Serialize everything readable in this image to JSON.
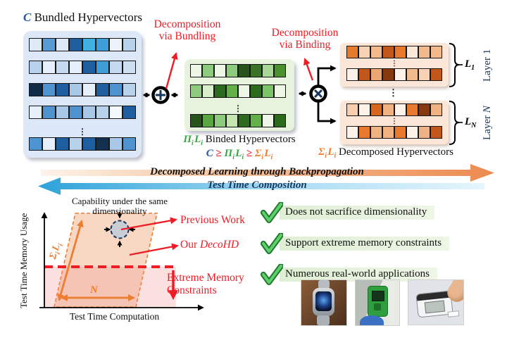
{
  "ellipsis": "⋮",
  "colors": {
    "red": "#ee1c25",
    "blue": "#2456a4",
    "green": "#3aa545",
    "orange": "#ed7d31",
    "navy": "#17365d"
  },
  "math": {
    "C": "C",
    "Pi": "Π",
    "Sigma": "Σ",
    "L": "L",
    "i": "i",
    "one": "1",
    "N": "N",
    "geq": "≥"
  },
  "title": {
    "var": "C",
    "text": "Bundled Hypervectors"
  },
  "notes": {
    "bundling": [
      "Decomposition",
      "via Bundling"
    ],
    "binding": [
      "Decomposition",
      "via Binding"
    ]
  },
  "operators": {
    "bundling": "circled-plus",
    "binding": "circled-times"
  },
  "labels": {
    "binded": "Binded Hypervectors",
    "decomposed": "Decomposed Hypervectors",
    "layer_word": "Layer"
  },
  "matrices": {
    "bundled": [
      [
        "#dfeaf8",
        "#5b9bd5",
        "#dfeaf8",
        "#1f5fa0",
        "#41b0e1",
        "#3e9fd8",
        "#ecf3fb",
        "#b8d2ec"
      ],
      [
        "#b8d2ec",
        "#e7effa",
        "#c5d9f0",
        "#e7effa",
        "#1f5fa0",
        "#3e9fd8",
        "#c5d9f0",
        "#cfdff2"
      ],
      [
        "#102a47",
        "#4f94d0",
        "#1f5fa0",
        "#a9c7e6",
        "#e7effa",
        "#1f5fa0",
        "#4f94d0",
        "#b8d2ec"
      ],
      [
        "#e7effa",
        "#4f94d0",
        "#a9c7e6",
        "#4f94d0",
        "#a9c7e6",
        "#b8d2ec",
        "#f2f7fd",
        "#1f5fa0"
      ],
      "dots",
      [
        "#4f94d0",
        "#e7effa",
        "#1f5fa0",
        "#b8d2ec",
        "#1f5fa0",
        "#14304f",
        "#a9c7e6",
        "#4f94d0"
      ]
    ],
    "binded": [
      [
        "#eef7e6",
        "#8fcb7f",
        "#eef7e6",
        "#8fcb7f",
        "#27541a",
        "#3a7326",
        "#a8d797",
        "#4c9032"
      ],
      [
        "#8fcb7f",
        "#d8edcb",
        "#2c6a1d",
        "#63b04a",
        "#eef7e6",
        "#2c6a1d",
        "#7cc468",
        "#eef7e6"
      ],
      "dots",
      [
        "#27541a",
        "#5aa742",
        "#8fcb7f",
        "#c4e5b1",
        "#2c6a1d",
        "#63b04a",
        "#eef7e6",
        "#2c6a1d"
      ]
    ],
    "layer1": [
      [
        "#e87a2e",
        "#f7d2b6",
        "#f2b98d",
        "#c2571b",
        "#e87a2e",
        "#fbe8d9",
        "#f2b98d",
        "#f2b98d"
      ],
      "dots",
      [
        "#fdf2e9",
        "#c2571b",
        "#eda671",
        "#86380f",
        "#fdf2e9",
        "#f2b98d",
        "#f7d2b6",
        "#c2571b"
      ]
    ],
    "layerN": [
      [
        "#f7cfae",
        "#fdf2e9",
        "#d9661f",
        "#f0b183",
        "#fdf2e9",
        "#e87a2e",
        "#86380f",
        "#f0b183"
      ],
      "dots",
      [
        "#fdf2e9",
        "#e87a2e",
        "#f0b183",
        "#f0b183",
        "#e87a2e",
        "#fdf2e9",
        "#f0b183",
        "#c2571b"
      ]
    ]
  },
  "arrows": {
    "backprop": "Decomposed Learning through Backpropagation",
    "composition": "Test Time Composition"
  },
  "chart": {
    "title_line1": "Capability under the same",
    "title_line2": "dimensionality",
    "ylabel": "Test Time Memory Usage",
    "xlabel": "Test Time Computation",
    "previous": "Previous Work",
    "our_prefix": "Our",
    "our_name": "DecoHD",
    "constraint_line1": "Extreme Memory",
    "constraint_line2": "Constraints"
  },
  "checklist": [
    "Does not sacrifice dimensionality",
    "Support extreme memory constraints",
    "Numerous real-world applications"
  ],
  "photos": [
    "smartwatch",
    "portable-detector",
    "glucose-meter"
  ]
}
